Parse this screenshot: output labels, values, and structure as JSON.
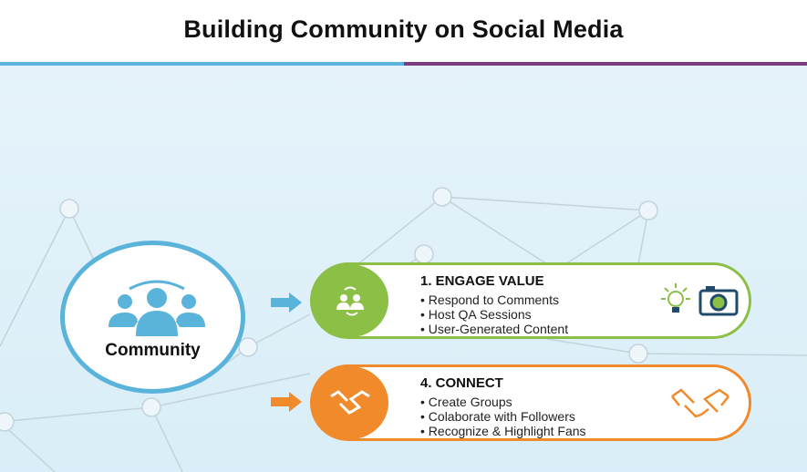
{
  "title": "Building Community on Social Media",
  "hub": {
    "label": "Community",
    "icon": "community-people-icon"
  },
  "steps": [
    {
      "heading": "1. ENGAGE VALUE",
      "items": [
        "Respond to Comments",
        "Host QA Sessions",
        "User-Generated Content"
      ],
      "color": "#8cbf46",
      "icons": [
        "engage-people-icon",
        "lightbulb-icon",
        "camera-icon"
      ]
    },
    {
      "heading": "4. CONNECT",
      "items": [
        "Create Groups",
        "Colaborate with Followers",
        "Recognize & Highlight Fans"
      ],
      "color": "#f08a2a",
      "icons": [
        "handshake-icon",
        "handshake-icon"
      ]
    }
  ],
  "colors": {
    "blue": "#5ab3db",
    "purple": "#7b3d7e",
    "green": "#8cbf46",
    "orange": "#f08a2a"
  }
}
